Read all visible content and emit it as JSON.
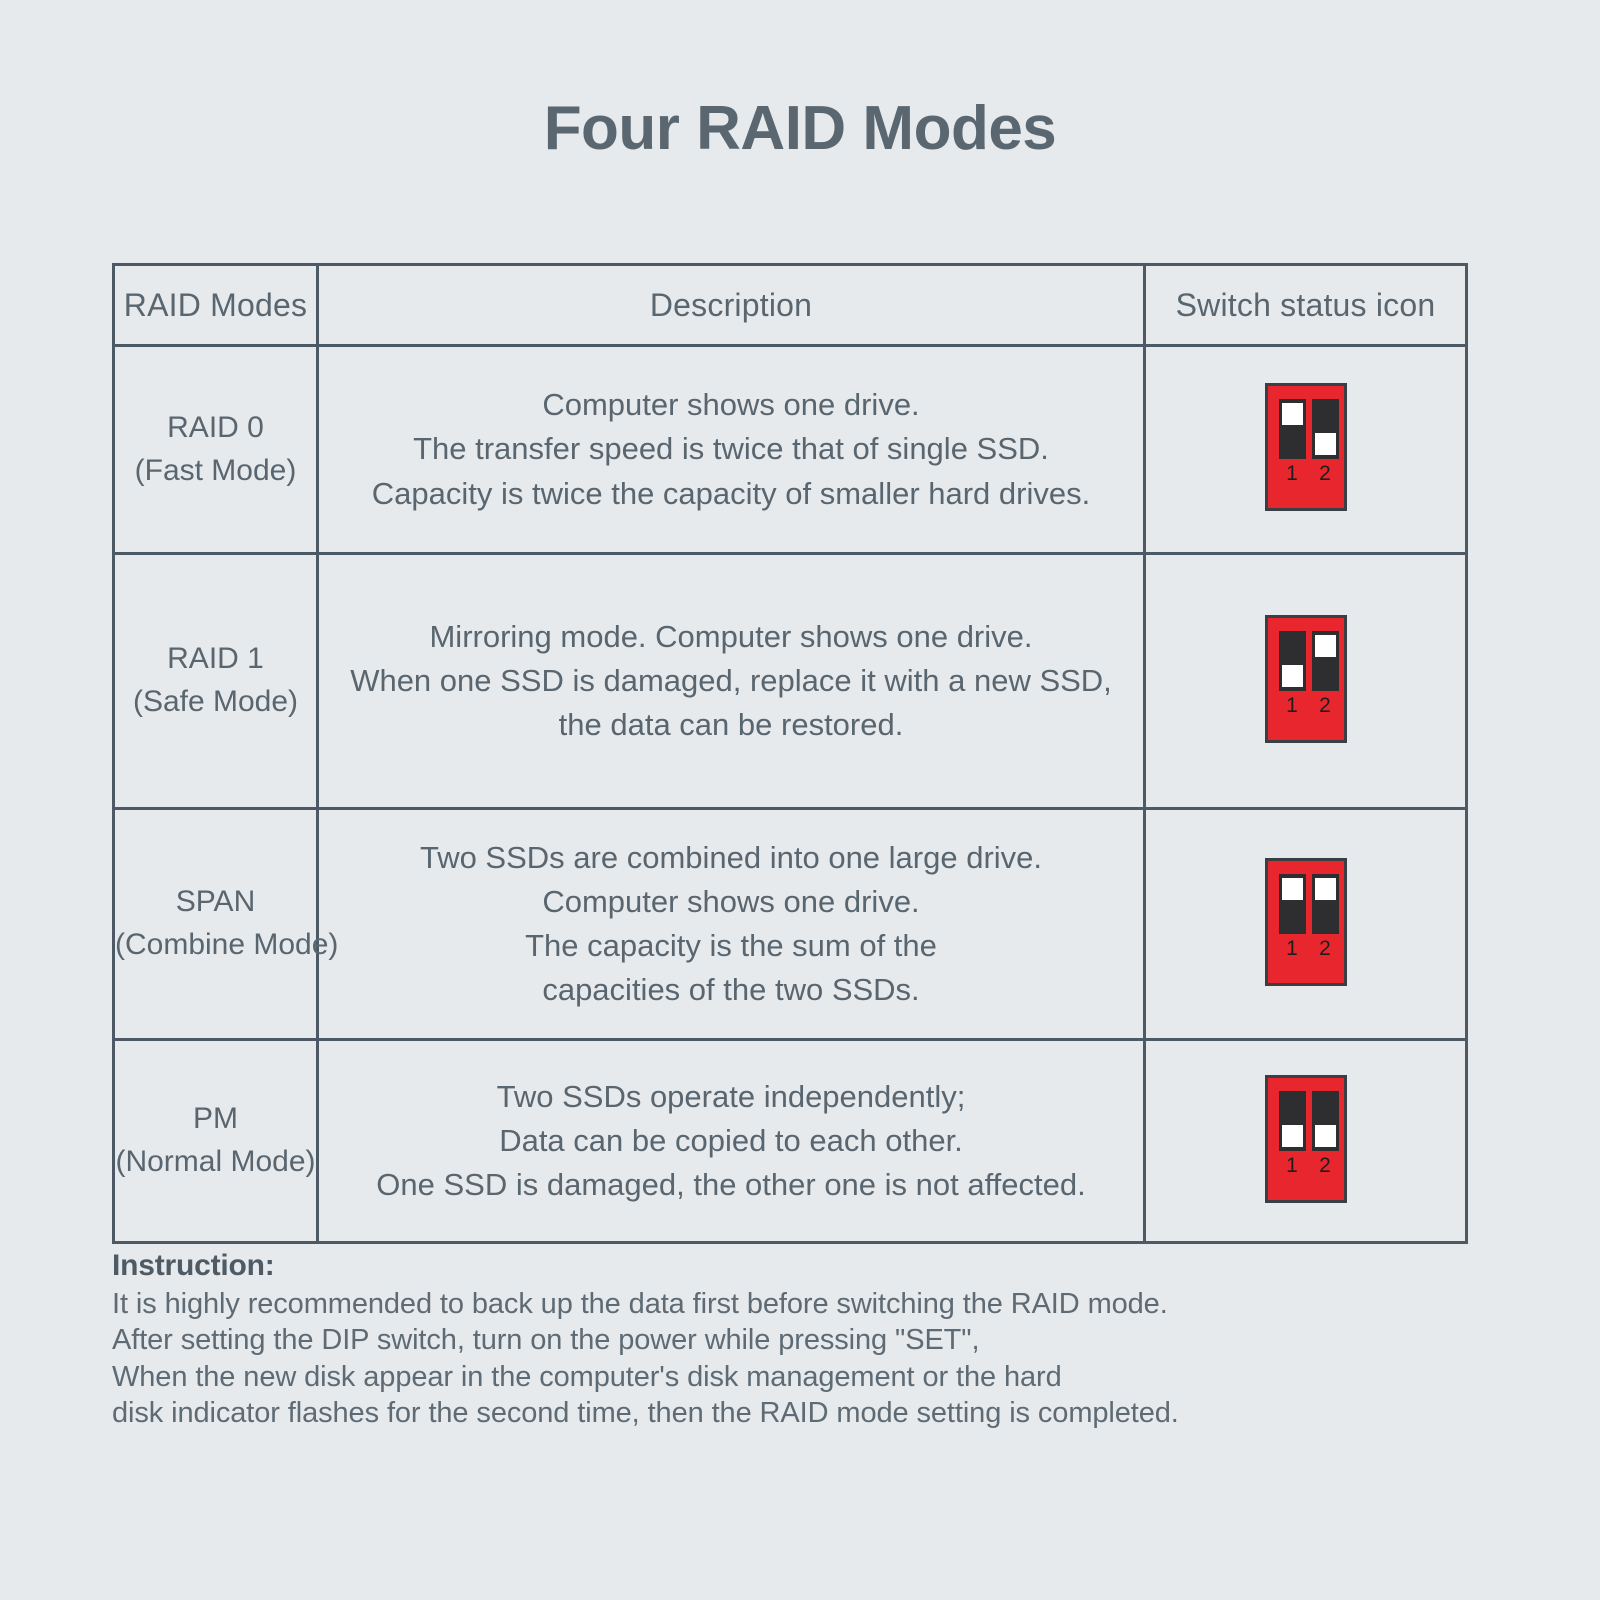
{
  "page": {
    "title": "Four RAID Modes",
    "background_color": "#e6eaed",
    "text_color": "#5a666f",
    "border_color": "#4d5a66",
    "switch_body_color": "#e8262d",
    "switch_slot_color": "#2e2e30",
    "switch_lever_color": "#ffffff"
  },
  "table": {
    "headers": {
      "mode": "RAID Modes",
      "description": "Description",
      "icon": "Switch status icon"
    },
    "rows": [
      {
        "mode_name": "RAID 0",
        "mode_sub": "(Fast Mode)",
        "description_lines": [
          "Computer shows one drive.",
          "The transfer speed is twice that of single SSD.",
          "Capacity is twice the capacity of smaller hard drives."
        ],
        "switch": {
          "label_1": "1",
          "label_2": "2",
          "position_1": "up",
          "position_2": "down"
        }
      },
      {
        "mode_name": "RAID 1",
        "mode_sub": "(Safe Mode)",
        "description_lines": [
          "Mirroring mode. Computer shows one drive.",
          "When one SSD is damaged, replace it with a new SSD,",
          "the data can be restored."
        ],
        "switch": {
          "label_1": "1",
          "label_2": "2",
          "position_1": "down",
          "position_2": "up"
        }
      },
      {
        "mode_name": "SPAN",
        "mode_sub": "(Combine Mode)",
        "description_lines": [
          "Two SSDs are combined into one large drive.",
          "Computer shows one drive.",
          "The capacity is the sum of the",
          "capacities of the two SSDs."
        ],
        "switch": {
          "label_1": "1",
          "label_2": "2",
          "position_1": "up",
          "position_2": "up"
        }
      },
      {
        "mode_name": "PM",
        "mode_sub": "(Normal Mode)",
        "description_lines": [
          "Two SSDs operate independently;",
          "Data can be copied to each other.",
          "One SSD is damaged, the other one is not affected."
        ],
        "switch": {
          "label_1": "1",
          "label_2": "2",
          "position_1": "down",
          "position_2": "down"
        }
      }
    ]
  },
  "instruction": {
    "title": "Instruction:",
    "lines": [
      "It is highly recommended to back up the data first before switching the RAID mode.",
      "After setting the DIP switch, turn on the power while pressing \"SET\",",
      "When the new disk appear in the computer's disk management or the hard",
      "disk indicator flashes for the second time, then the RAID mode setting is completed."
    ]
  }
}
